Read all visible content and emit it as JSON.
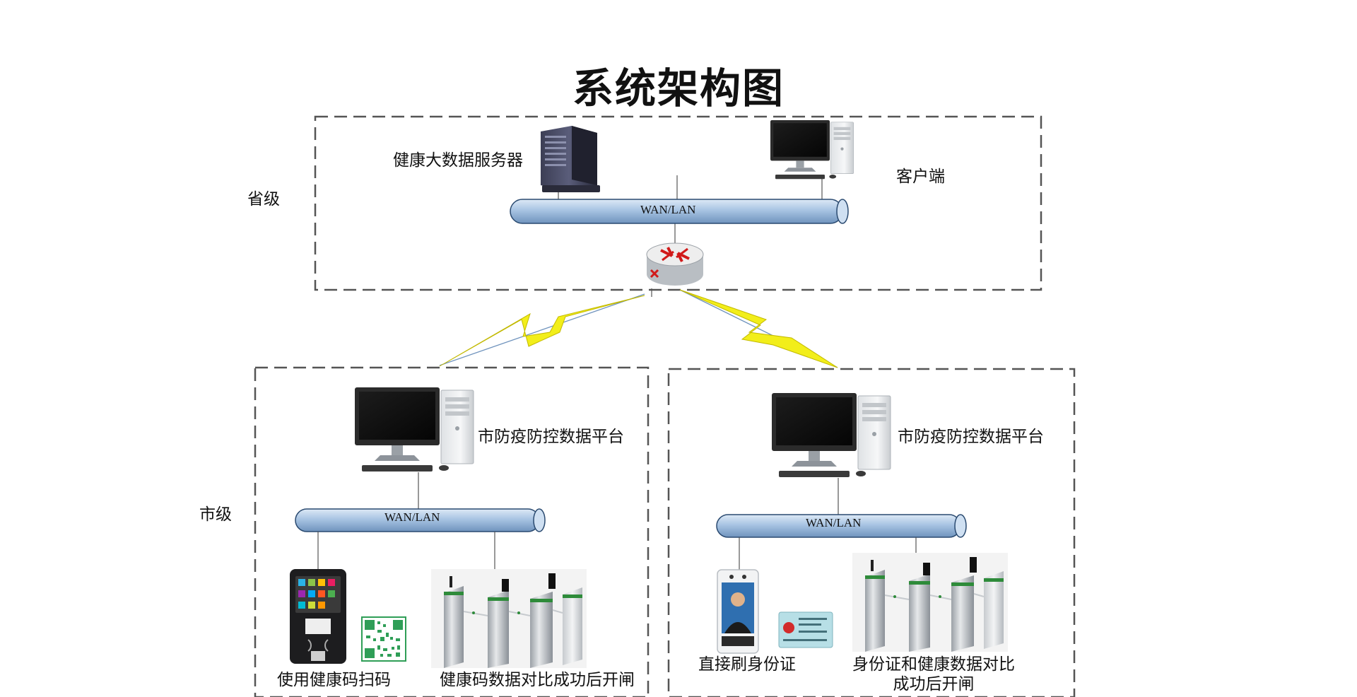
{
  "title": "系统架构图",
  "province": {
    "level_label": "省级",
    "server_label": "健康大数据服务器",
    "client_label": "客户端",
    "network_label": "WAN/LAN"
  },
  "city": {
    "level_label": "市级",
    "left": {
      "platform_label": "市防疫防控数据平台",
      "network_label": "WAN/LAN",
      "device1_label": "使用健康码扫码",
      "device2_label": "健康码数据对比成功后开闸"
    },
    "right": {
      "platform_label": "市防疫防控数据平台",
      "network_label": "WAN/LAN",
      "device1_label": "直接刷身份证",
      "device2_label_line1": "身份证和健康数据对比",
      "device2_label_line2": "成功后开闸"
    }
  },
  "colors": {
    "pipe": "#a8c4e3",
    "pipe_edge": "#2a4a70",
    "lightning": "#f2ee1a",
    "router_red": "#d11a1a",
    "dash": "#555555"
  },
  "icons": {
    "server": "tower-server-icon",
    "computer": "desktop-computer-icon",
    "router": "router-icon",
    "scanner": "health-code-scanner-icon",
    "qr": "qr-code-icon",
    "turnstile": "turnstile-gate-icon",
    "face_terminal": "face-recognition-terminal-icon",
    "id_card": "id-card-icon"
  }
}
